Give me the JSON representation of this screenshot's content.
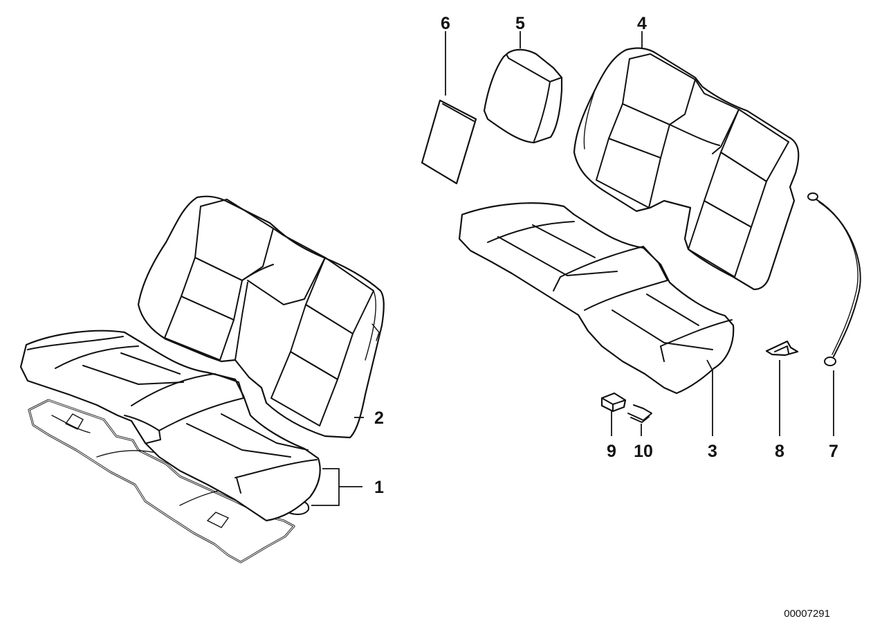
{
  "diagram": {
    "reference_number": "00007291",
    "callouts": [
      {
        "id": "1",
        "label": "1"
      },
      {
        "id": "2",
        "label": "2"
      },
      {
        "id": "3",
        "label": "3"
      },
      {
        "id": "4",
        "label": "4"
      },
      {
        "id": "5",
        "label": "5"
      },
      {
        "id": "6",
        "label": "6"
      },
      {
        "id": "7",
        "label": "7"
      },
      {
        "id": "8",
        "label": "8"
      },
      {
        "id": "9",
        "label": "9"
      },
      {
        "id": "10",
        "label": "10"
      }
    ]
  }
}
